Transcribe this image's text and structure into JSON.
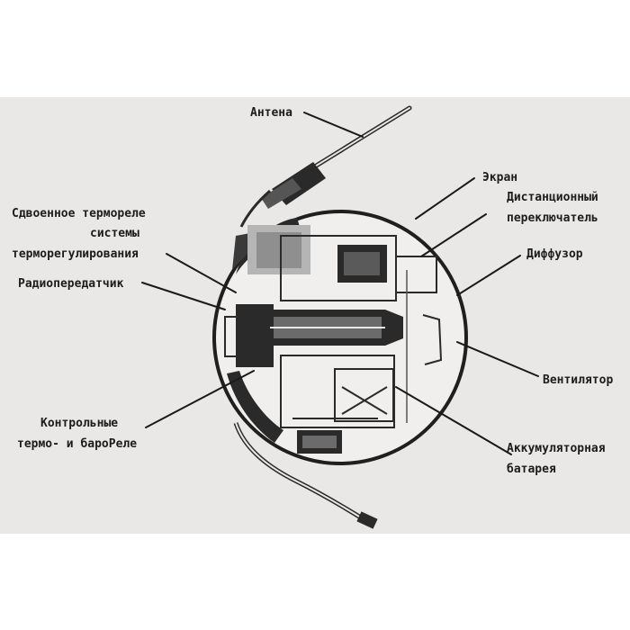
{
  "diagram": {
    "labels": {
      "antenna": "Антена",
      "screen": "Экран",
      "remote_switch_1": "Дистанционный",
      "remote_switch_2": "переключатель",
      "dual_relay_1": "Сдвоенное термореле",
      "dual_relay_2": "системы",
      "dual_relay_3": "терморегулирования",
      "diffuser": "Диффузор",
      "transmitter": "Радиопередатчик",
      "fan": "Вентилятор",
      "control_relays_1": "Контрольные",
      "control_relays_2": "термо- и бароРеле",
      "battery_1": "Аккумуляторная",
      "battery_2": "батарея"
    }
  }
}
